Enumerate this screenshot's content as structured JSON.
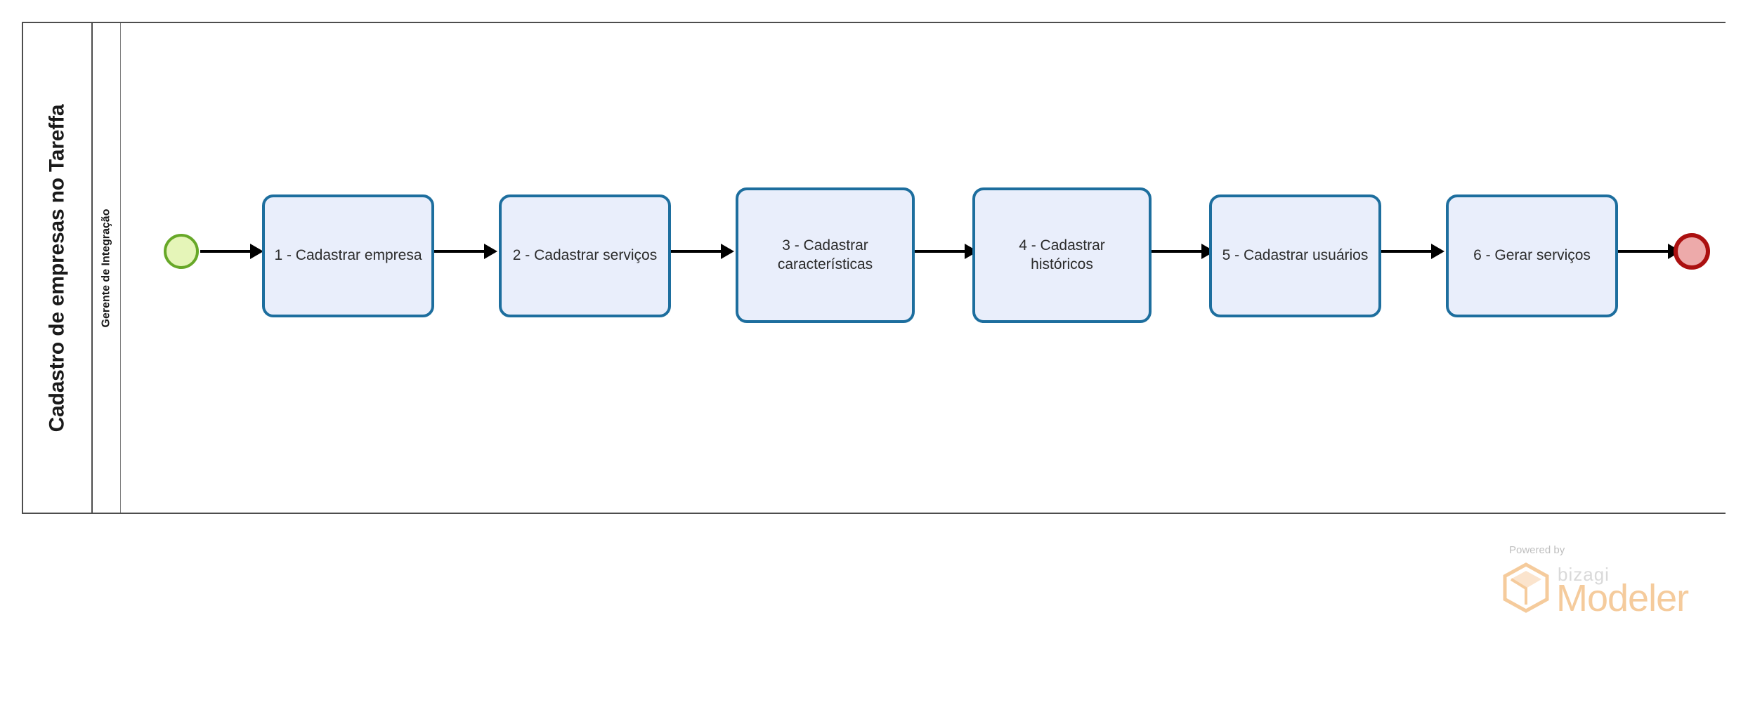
{
  "pool": {
    "title": "Cadastro de empresas no Tareffa"
  },
  "lane": {
    "title": "Gerente de Integração"
  },
  "diagram": {
    "type": "bpmn-process",
    "start_event": {
      "name": "start-event",
      "label": ""
    },
    "end_event": {
      "name": "end-event",
      "label": ""
    },
    "tasks": [
      {
        "id": "task-1",
        "label": "1 - Cadastrar empresa"
      },
      {
        "id": "task-2",
        "label": "2 - Cadastrar serviços"
      },
      {
        "id": "task-3",
        "label": "3 - Cadastrar\ncaracterísticas"
      },
      {
        "id": "task-4",
        "label": "4 - Cadastrar\nhistóricos"
      },
      {
        "id": "task-5",
        "label": "5 - Cadastrar usuários"
      },
      {
        "id": "task-6",
        "label": "6 - Gerar serviços"
      }
    ],
    "sequence_flows": [
      {
        "from": "start-event",
        "to": "task-1"
      },
      {
        "from": "task-1",
        "to": "task-2"
      },
      {
        "from": "task-2",
        "to": "task-3"
      },
      {
        "from": "task-3",
        "to": "task-4"
      },
      {
        "from": "task-4",
        "to": "task-5"
      },
      {
        "from": "task-5",
        "to": "task-6"
      },
      {
        "from": "task-6",
        "to": "end-event"
      }
    ]
  },
  "watermark": {
    "powered_by": "Powered by",
    "brand": "bizagi",
    "product": "Modeler"
  },
  "colors": {
    "task_fill": "#e9eefb",
    "task_stroke": "#1d6e9e",
    "start_fill": "#e5f5b8",
    "start_stroke": "#67a828",
    "end_fill": "#edaaaa",
    "end_stroke": "#ab1010",
    "pool_stroke": "#4d4d4d",
    "lane_stroke": "#808080",
    "flow_stroke": "#000000",
    "watermark_accent": "#f5cb9c"
  }
}
